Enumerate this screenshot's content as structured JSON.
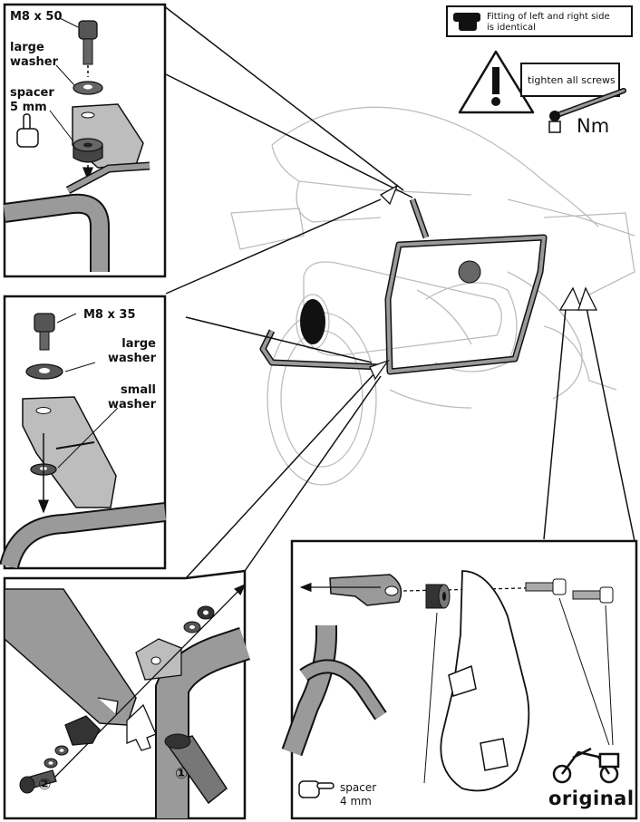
{
  "note": {
    "text_line1": "Fitting of left and right side",
    "text_line2": "is identical"
  },
  "warning": {
    "text": "tighten all screws",
    "unit": "Nm"
  },
  "panel1": {
    "screw": "M8 x 50",
    "washer_line1": "large",
    "washer_line2": "washer",
    "spacer_line1": "spacer",
    "spacer_line2": "5 mm"
  },
  "panel2": {
    "screw": "M8 x 35",
    "large_washer_line1": "large",
    "large_washer_line2": "washer",
    "small_washer_line1": "small",
    "small_washer_line2": "washer"
  },
  "panel3": {
    "step1": "①",
    "step2": "②"
  },
  "panel4": {
    "spacer_line1": "spacer",
    "spacer_line2": "4 mm",
    "original": "original"
  },
  "colors": {
    "line": "#111111",
    "rail": "#9a9a9a",
    "part": "#cfcfcf",
    "faint": "#bdbdbd"
  }
}
